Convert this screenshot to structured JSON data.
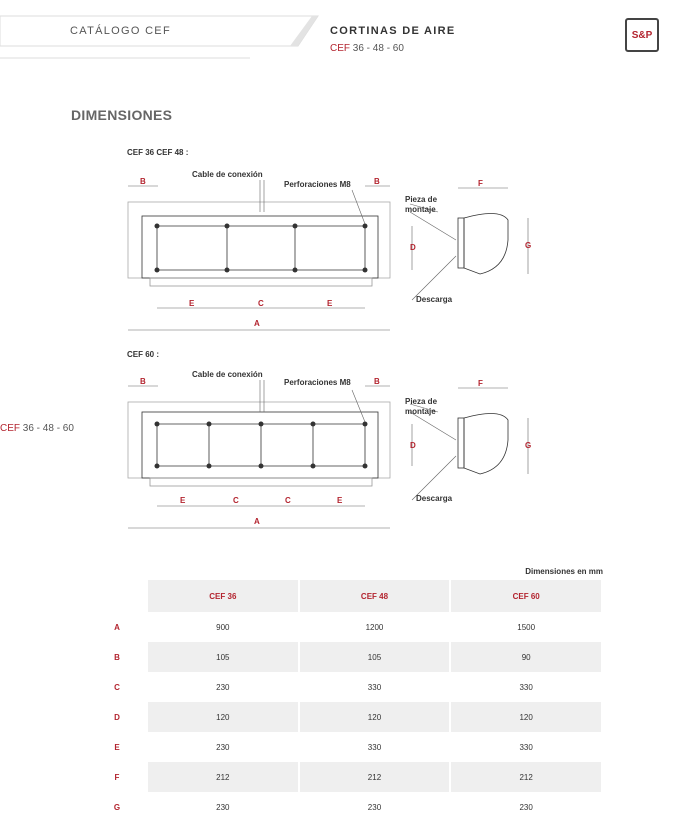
{
  "header": {
    "catalog": "CATÁLOGO CEF",
    "title": "CORTINAS DE AIRE",
    "subtitle_prefix": "CEF",
    "subtitle_rest": " 36 - 48 - 60",
    "logo": "S&P"
  },
  "section_title": "DIMENSIONES",
  "side_label_prefix": "CEF",
  "side_label_rest": " 36 - 48 - 60",
  "diagram1": {
    "models": "CEF 36   CEF 48 :",
    "cable": "Cable de conexión",
    "perfs": "Perforaciones M8",
    "pieza1": "Pieza de",
    "pieza2": "montaje",
    "descarga": "Descarga",
    "letters": {
      "A": "A",
      "B": "B",
      "C": "C",
      "D": "D",
      "E": "E",
      "F": "F",
      "G": "G"
    }
  },
  "diagram2": {
    "models": "CEF 60     :",
    "cable": "Cable de conexión",
    "perfs": "Perforaciones M8",
    "pieza1": "Pieza de",
    "pieza2": "montaje",
    "descarga": "Descarga",
    "letters": {
      "A": "A",
      "B": "B",
      "C": "C",
      "D": "D",
      "E": "E",
      "F": "F",
      "G": "G"
    }
  },
  "table": {
    "units": "Dimensiones en mm",
    "columns": [
      "CEF 36",
      "CEF 48",
      "CEF 60"
    ],
    "rows": [
      {
        "label": "A",
        "values": [
          "900",
          "1200",
          "1500"
        ]
      },
      {
        "label": "B",
        "values": [
          "105",
          "105",
          "90"
        ]
      },
      {
        "label": "C",
        "values": [
          "230",
          "330",
          "330"
        ]
      },
      {
        "label": "D",
        "values": [
          "120",
          "120",
          "120"
        ]
      },
      {
        "label": "E",
        "values": [
          "230",
          "330",
          "330"
        ]
      },
      {
        "label": "F",
        "values": [
          "212",
          "212",
          "212"
        ]
      },
      {
        "label": "G",
        "values": [
          "230",
          "230",
          "230"
        ]
      }
    ]
  }
}
